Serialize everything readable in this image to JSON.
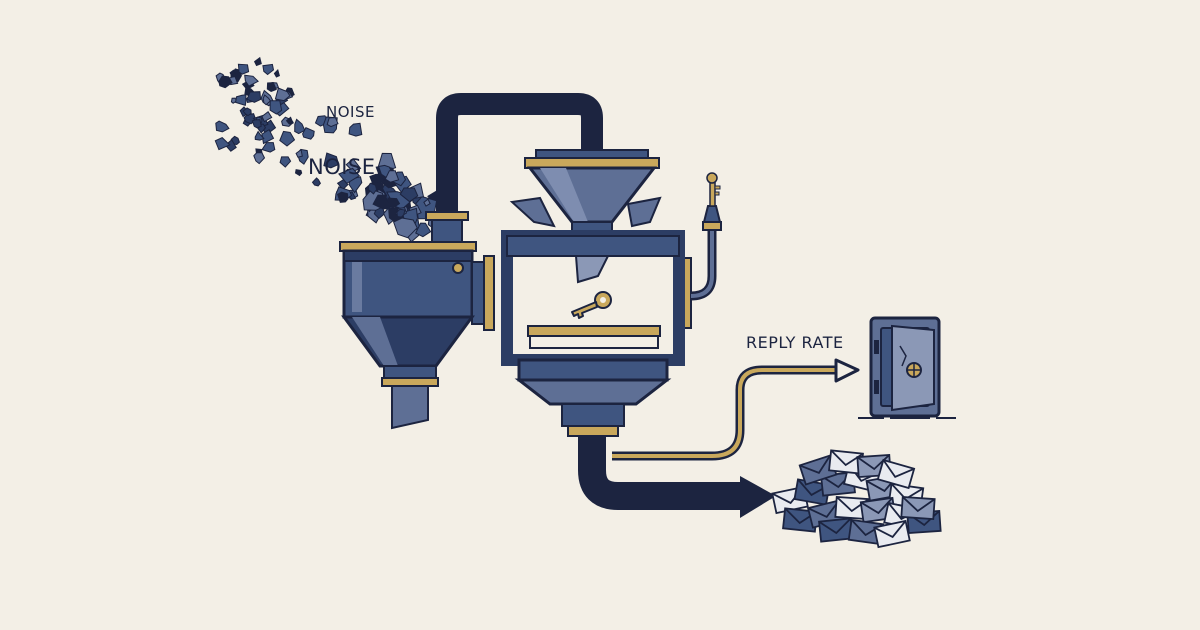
{
  "labels": {
    "noise_small": "NOISE",
    "noise_large": "NOISE",
    "reply_rate": "REPLY RATE"
  },
  "colors": {
    "background": "#f3efe6",
    "navy": "#1c2440",
    "slate_blue": "#3f5580",
    "steel": "#5e6f95",
    "gold": "#c9a85c",
    "envelope": "#e9ebf0"
  },
  "icons": [
    "noise-debris",
    "key-icon",
    "vault-icon",
    "envelope-pile",
    "arrow-icon"
  ]
}
